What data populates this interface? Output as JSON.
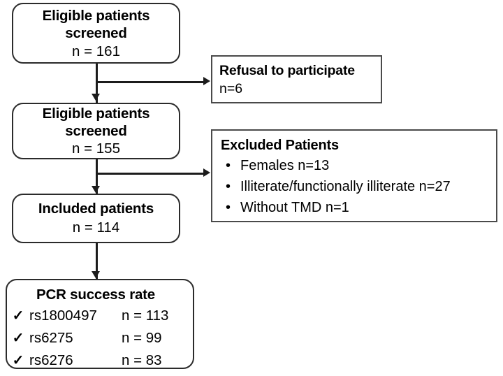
{
  "diagram": {
    "title": "Patient recruitment and genotyping flowchart",
    "colors": {
      "stroke": "#1c1c1c",
      "rounded_border": "#2b2b2b",
      "squared_border": "#4a4a4a",
      "background": "#ffffff",
      "text": "#000000"
    }
  },
  "nodes": {
    "eligible_161": {
      "title": "Eligible patients",
      "title_line2": "screened",
      "count": "n = 161"
    },
    "refusal": {
      "title": "Refusal to participate",
      "count": "n=6"
    },
    "eligible_155": {
      "title": "Eligible patients",
      "title_line2": "screened",
      "count": "n = 155"
    },
    "excluded": {
      "title": "Excluded Patients",
      "bullet_glyph": "•",
      "items": [
        "Females n=13",
        "Illiterate/functionally illiterate n=27",
        "Without TMD n=1"
      ]
    },
    "included": {
      "title": "Included patients",
      "count": "n = 114"
    },
    "pcr": {
      "title": "PCR success rate",
      "tick_glyph": "✓",
      "rows": [
        {
          "marker": "rs1800497",
          "count": "n = 113"
        },
        {
          "marker": "rs6275",
          "count": "n = 99"
        },
        {
          "marker": "rs6276",
          "count": "n = 83"
        }
      ]
    }
  }
}
